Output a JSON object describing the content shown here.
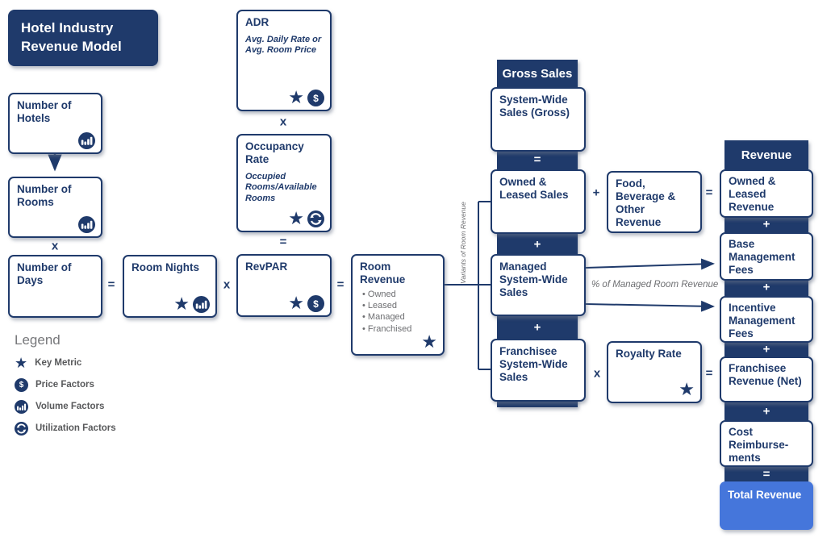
{
  "title": "Hotel Industry Revenue Model",
  "colors": {
    "navy": "#1f3a6b",
    "bright_blue": "#4576db",
    "gray_text": "#58595b"
  },
  "operators": {
    "multiply": "x",
    "equals": "=",
    "plus": "+"
  },
  "icons": {
    "key_metric": "star",
    "price": "dollar-circle",
    "volume": "bar-chart-circle",
    "utilization": "sync-circle",
    "star_glyph": "★",
    "dollar_glyph": "$"
  },
  "boxes": {
    "number_of_hotels": {
      "title": "Number of Hotels",
      "icons": [
        "volume"
      ]
    },
    "number_of_rooms": {
      "title": "Number of Rooms",
      "icons": [
        "volume"
      ]
    },
    "number_of_days": {
      "title": "Number of Days",
      "icons": []
    },
    "room_nights": {
      "title": "Room Nights",
      "icons": [
        "key_metric",
        "volume"
      ]
    },
    "adr": {
      "title": "ADR",
      "subtitle": "Avg. Daily Rate or Avg. Room Price",
      "icons": [
        "key_metric",
        "price"
      ]
    },
    "occupancy_rate": {
      "title": "Occupancy Rate",
      "subtitle": "Occupied Rooms/Available Rooms",
      "icons": [
        "key_metric",
        "utilization"
      ]
    },
    "revpar": {
      "title": "RevPAR",
      "icons": [
        "key_metric",
        "price"
      ]
    },
    "room_revenue": {
      "title": "Room Revenue",
      "bullets": [
        "Owned",
        "Leased",
        "Managed",
        "Franchised"
      ],
      "icons": [
        "key_metric"
      ]
    },
    "food_beverage": {
      "title": "Food, Beverage & Other Revenue",
      "icons": []
    },
    "royalty_rate": {
      "title": "Royalty Rate",
      "icons": [
        "key_metric"
      ]
    }
  },
  "gross_sales": {
    "header": "Gross Sales",
    "boxes": [
      "System-Wide Sales (Gross)",
      "Owned & Leased Sales",
      "Managed System-Wide Sales",
      "Franchisee System-Wide Sales"
    ]
  },
  "revenue": {
    "header": "Revenue",
    "boxes": [
      "Owned & Leased Revenue",
      "Base Management Fees",
      "Incentive Management Fees",
      "Franchisee Revenue (Net)",
      "Cost Reimburse-ments"
    ],
    "total": "Total Revenue"
  },
  "annotations": {
    "variants": "Variants of Room Revenue",
    "pct_managed": "% of Managed Room Revenue"
  },
  "legend": {
    "heading": "Legend",
    "items": [
      {
        "icon": "star",
        "label": "Key Metric"
      },
      {
        "icon": "dollar-circle",
        "label": "Price Factors"
      },
      {
        "icon": "bar-chart-circle",
        "label": "Volume Factors"
      },
      {
        "icon": "sync-circle",
        "label": "Utilization Factors"
      }
    ]
  }
}
